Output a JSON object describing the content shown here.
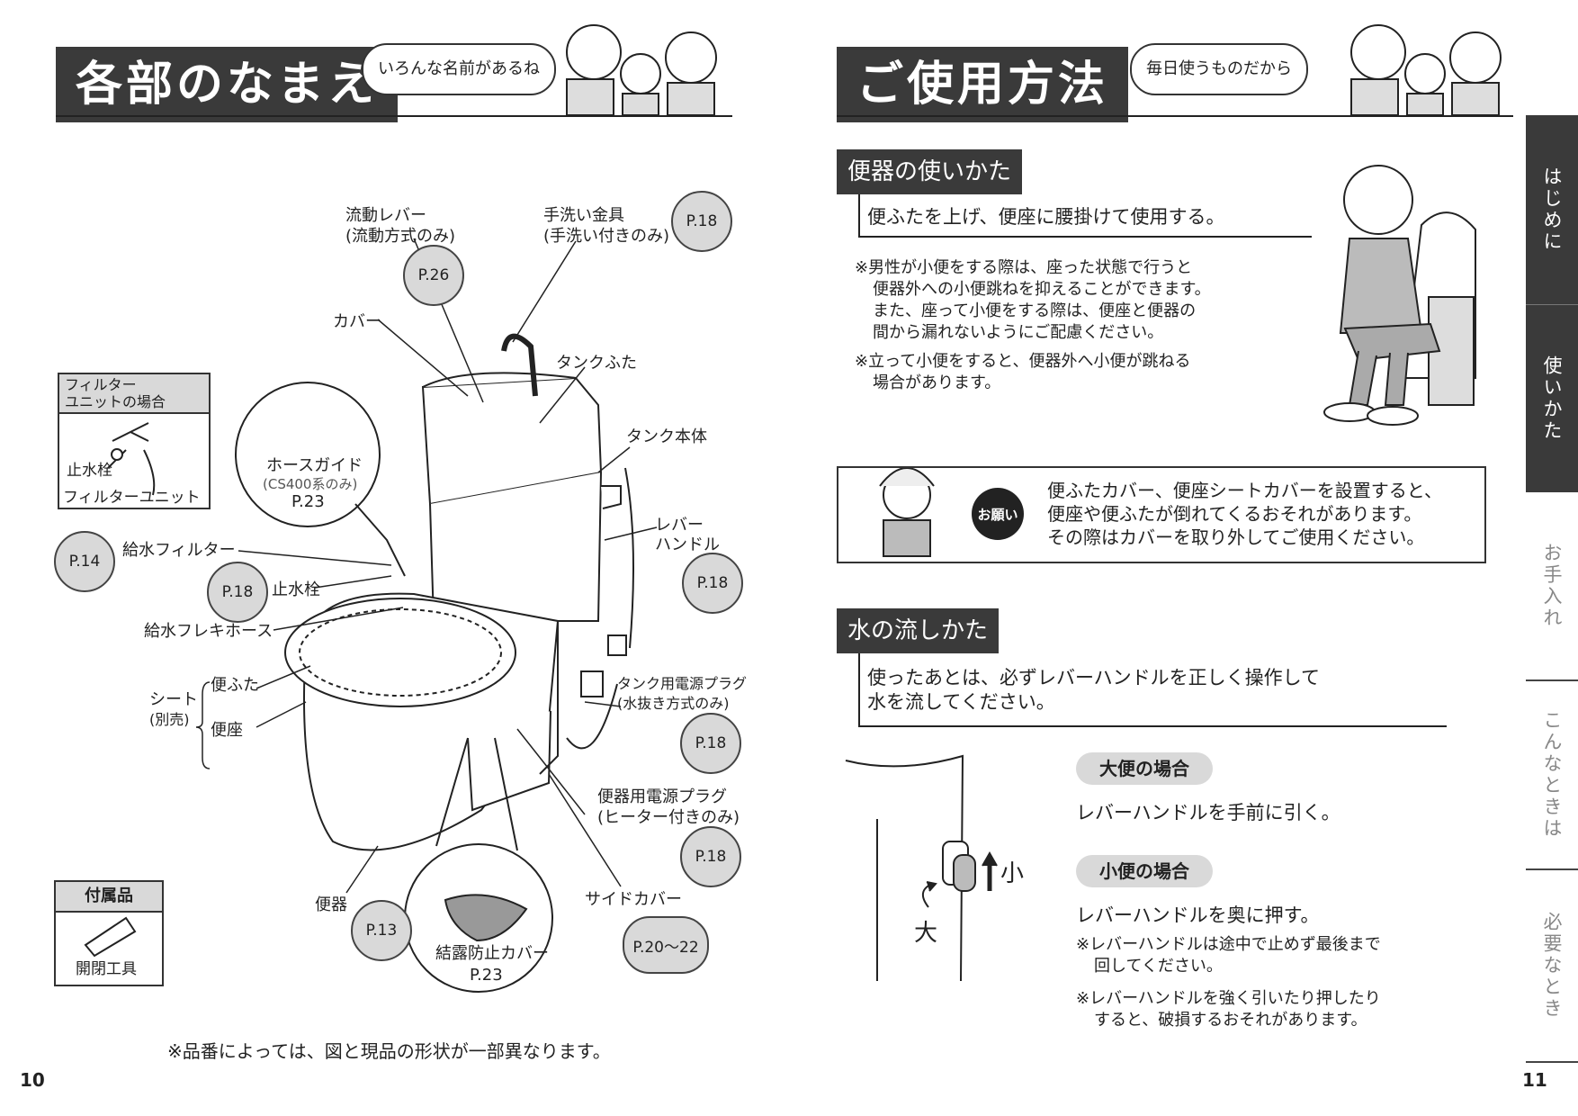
{
  "left": {
    "title": "各部のなまえ",
    "bubble": "いろんな名前があるね",
    "labels": {
      "lever_flow": "流動レバー",
      "lever_flow_sub": "(流動方式のみ)",
      "handwash": "手洗い金具",
      "handwash_sub": "(手洗い付きのみ)",
      "cover": "カバー",
      "tank_lid": "タンクふた",
      "tank_body": "タンク本体",
      "filter_box_title1": "フィルター",
      "filter_box_title2": "ユニットの場合",
      "filter_stop": "止水栓",
      "filter_unit": "フィルターユニット",
      "hose_guide": "ホースガイド",
      "hose_guide_sub": "(CS400系のみ)",
      "hose_guide_page": "P.23",
      "supply_filter": "給水フィルター",
      "stop_valve": "止水栓",
      "flex_hose": "給水フレキホース",
      "lever_handle1": "レバー",
      "lever_handle2": "ハンドル",
      "seat": "シート",
      "seat_sub": "(別売)",
      "lid": "便ふた",
      "seat_ring": "便座",
      "tank_plug": "タンク用電源プラグ",
      "tank_plug_sub": "(水抜き方式のみ)",
      "bowl_plug": "便器用電源プラグ",
      "bowl_plug_sub": "(ヒーター付きのみ)",
      "bowl": "便器",
      "side_cover": "サイドカバー",
      "cond_cover": "結露防止カバー",
      "cond_cover_page": "P.23"
    },
    "pages": {
      "lever_flow": "P.26",
      "handwash": "P.18",
      "supply_filter": "P.14",
      "stop_valve": "P.18",
      "lever_handle": "P.18",
      "tank_plug": "P.18",
      "bowl_plug": "P.18",
      "bowl": "P.13",
      "side_cover": "P.20〜22"
    },
    "accessory_title": "付属品",
    "accessory_item": "開閉工具",
    "footnote": "※品番によっては、図と現品の形状が一部異なります。",
    "page_number": "10"
  },
  "right": {
    "title": "ご使用方法",
    "bubble": "毎日使うものだから",
    "sec1_head": "便器の使いかた",
    "sec1_body": "便ふたを上げ、便座に腰掛けて使用する。",
    "sec1_note1": [
      "※男性が小便をする際は、座った状態で行うと",
      "便器外への小便跳ねを抑えることができます。",
      "また、座って小便をする際は、便座と便器の",
      "間から漏れないようにご配慮ください。"
    ],
    "sec1_note2": [
      "※立って小便をすると、便器外へ小便が跳ねる",
      "場合があります。"
    ],
    "request_badge": "お願い",
    "request_text": [
      "便ふたカバー、便座シートカバーを設置すると、",
      "便座や便ふたが倒れてくるおそれがあります。",
      "その際はカバーを取り外してご使用ください。"
    ],
    "sec2_head": "水の流しかた",
    "sec2_body": [
      "使ったあとは、必ずレバーハンドルを正しく操作して",
      "水を流してください。"
    ],
    "big_pill": "大便の場合",
    "big_text": "レバーハンドルを手前に引く。",
    "small_pill": "小便の場合",
    "small_text": "レバーハンドルを奥に押す。",
    "note_a": [
      "※レバーハンドルは途中で止めず最後まで",
      "回してください。"
    ],
    "note_b": [
      "※レバーハンドルを強く引いたり押したり",
      "すると、破損するおそれがあります。"
    ],
    "lever_small": "小",
    "lever_big": "大",
    "page_number": "11"
  },
  "side_tabs": [
    "はじめに",
    "使いかた",
    "お手入れ",
    "こんなときは",
    "必要なとき"
  ]
}
